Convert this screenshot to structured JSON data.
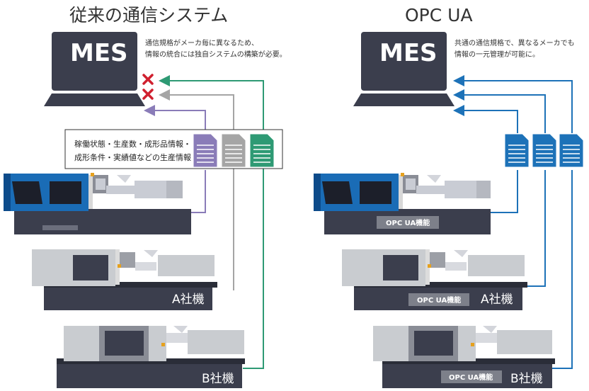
{
  "left": {
    "title": "従来の通信システム",
    "mes_label": "MES",
    "note_line1": "通信規格がメーカ毎に異なるため、",
    "note_line2": "情報の統合には独自システムの構築が必要。",
    "info_line1": "稼働状態・生産数・成形品情報・",
    "info_line2": "成形条件・実績値などの生産情報",
    "machine_a_label": "A社機",
    "machine_b_label": "B社機"
  },
  "right": {
    "title": "OPC UA",
    "mes_label": "MES",
    "note_line1": "共通の通信規格で、異なるメーカでも",
    "note_line2": "情報の一元管理が可能に。",
    "tag_main": "OPC UA機能",
    "tag_a": "OPC UA機能",
    "tag_b": "OPC UA機能",
    "machine_a_label": "A社機",
    "machine_b_label": "B社機"
  },
  "colors": {
    "purple": "#8a7cb8",
    "gray": "#a5a5a5",
    "green": "#2e9a74",
    "blue": "#1d72b8",
    "red": "#d0202f",
    "dark": "#3b3e4d",
    "machine_blue": "#1a6cb6"
  },
  "icons": {
    "error": "x-mark-icon",
    "document": "document-icon",
    "computer": "monitor-icon"
  }
}
